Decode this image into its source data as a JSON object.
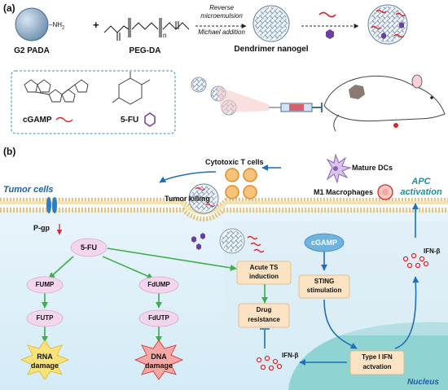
{
  "panel_a": {
    "label": "(a)",
    "g2_pada": "G2 PADA",
    "nh2": "–NH",
    "nh2_sub": "2",
    "plus": "+",
    "peg_da": "PEG-DA",
    "n": "n",
    "reaction_line1": "Reverse",
    "reaction_line2": "microemulsion",
    "reaction_line3": "Michael addition",
    "nanogel": "Dendrimer nanogel",
    "cgamp": "cGAMP",
    "fu": "5-FU"
  },
  "panel_b": {
    "label": "(b)",
    "tumor_cells": "Tumor cells",
    "pgp": "P-gp",
    "cytotoxic_t": "Cytotoxic T cells",
    "mature_dcs": "Mature DCs",
    "m1": "M1 Macrophages",
    "apc_line1": "APC",
    "apc_line2": "activation",
    "tumor_killing": "Tumor killing",
    "fu_node": "5-FU",
    "fump": "FUMP",
    "futp": "FUTP",
    "fdump": "FdUMP",
    "fdutp": "FdUTP",
    "rna_1": "RNA",
    "rna_2": "damage",
    "dna_1": "DNA",
    "dna_2": "damage",
    "ts_1": "Acute TS",
    "ts_2": "induction",
    "drug_1": "Drug",
    "drug_2": "resistance",
    "cgamp_node": "cGAMP",
    "sting_1": "STING",
    "sting_2": "stimulation",
    "ifn_1": "Type I IFN",
    "ifn_2": "actvation",
    "ifnb_left": "IFN-β",
    "ifnb_right": "IFN-β",
    "nucleus": "Nucleus"
  },
  "colors": {
    "pink_node": "#f3d6ee",
    "orange_box": "#fbe3c4",
    "nucleus": "#8fd3d3",
    "green_arrow": "#3cae4a",
    "blue_arrow": "#1f6fb5",
    "red_accent": "#d8262f",
    "purple": "#6a3fa0"
  }
}
